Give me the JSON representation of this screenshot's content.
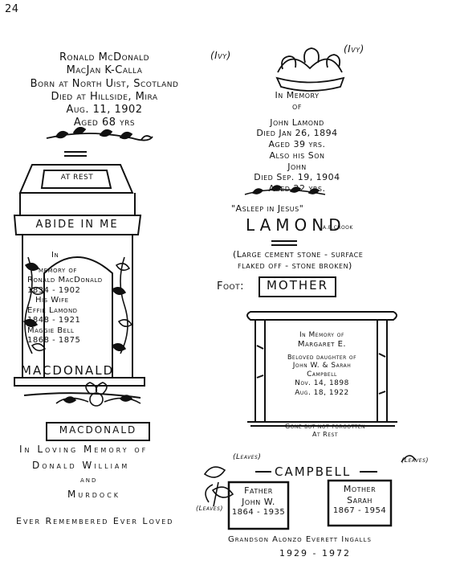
{
  "page_number": "24",
  "stone1_header": {
    "lines": [
      "Ronald McDonald",
      "MacJan K-Calla",
      "Born at North Uist, Scotland",
      "Died at Hillside, Mira",
      "Aug. 11, 1902",
      "Aged 68 yrs"
    ]
  },
  "stone2_header": {
    "left_annotation": "(Ivy)",
    "right_annotation": "(Ivy)",
    "lines": [
      "In Memory",
      "of",
      "John Lamond",
      "Died Jan 26, 1894",
      "Aged 39 yrs.",
      "Also his Son",
      "John",
      "Died Sep. 19, 1904",
      "Aged 22 yrs."
    ],
    "epitaph": "\"Asleep in Jesus\"",
    "surname": "LAMOND",
    "carver": "A.E.CROOK",
    "note_lines": [
      "(Large cement stone - surface",
      "flaked off - stone broken)"
    ]
  },
  "mcdonald_monument": {
    "book_text": "AT REST",
    "banner": "ABIDE IN ME",
    "inscription": [
      "In",
      "memory of",
      "Ronald MacDonald",
      "1834 - 1902",
      "His Wife",
      "Effie Lamond",
      "1848 - 1921",
      "Maggie Bell",
      "1868 - 1875"
    ],
    "surname": "MACDONALD",
    "base_plaque": "MACDONALD"
  },
  "footstone": {
    "label": "Foot:",
    "text": "MOTHER"
  },
  "campbell_stone": {
    "inscription": [
      "In Memory of",
      "Margaret E.",
      "Beloved daughter of",
      "John W. & Sarah",
      "Campbell",
      "Nov. 14, 1898",
      "Aug. 18, 1922"
    ],
    "motto": [
      "Gone but not forgotten",
      "At Rest"
    ]
  },
  "loving_memory": {
    "lines": [
      "In Loving Memory of",
      "Donald William",
      "and",
      "Murdock"
    ],
    "footer": "Ever Remembered Ever Loved"
  },
  "campbell_family": {
    "surname": "CAMPBELL",
    "leaves_label": "(Leaves)",
    "leaves_label_2": "(Leaves)",
    "leaves_label_3": "(Leaves)",
    "father": [
      "Father",
      "John W.",
      "1864 - 1935"
    ],
    "mother": [
      "Mother",
      "Sarah",
      "1867 - 1954"
    ],
    "grandson": "Grandson Alonzo Everett Ingalls",
    "grandson_years": "1929 - 1972"
  }
}
